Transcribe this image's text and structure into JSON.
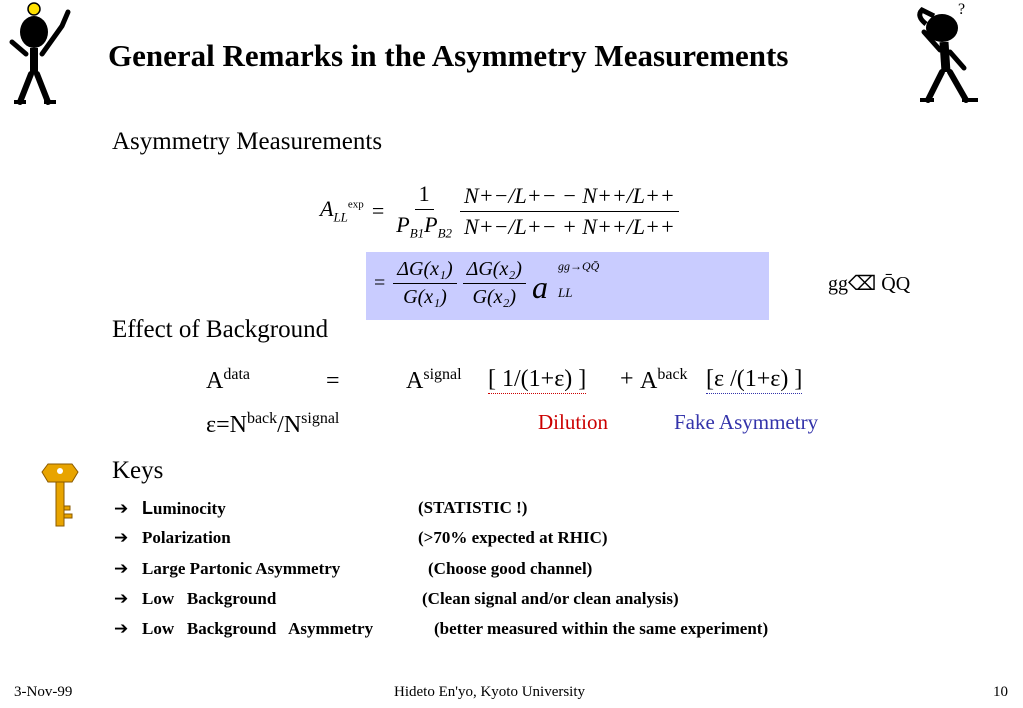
{
  "slide": {
    "title": "General Remarks in the Asymmetry Measurements",
    "section_asymmetry": "Asymmetry Measurements",
    "formula1": {
      "lhs_symbol": "A",
      "lhs_sub": "LL",
      "lhs_sup": "exp",
      "eq": "=",
      "coef_num": "1",
      "coef_den": "P",
      "coef_den_sub1": "B1",
      "coef_den_sub2": "B2",
      "ratio_num": "N+−/L+− − N++/L++",
      "ratio_den": "N+−/L+− + N++/L++"
    },
    "formula2": {
      "eq": "=",
      "g1_num": "ΔG(x₁)",
      "g1_den": "G(x₁)",
      "g2_num": "ΔG(x₂)",
      "g2_den": "G(x₂)",
      "a_symbol": "a",
      "a_sup": "gg→QQ̄",
      "a_sub": "LL"
    },
    "process_label": "gg⌫ Q̄Q",
    "section_background": "Effect of Background",
    "bg_eq": {
      "a_data": "A",
      "a_data_sup": "data",
      "equals": "=",
      "a_signal": "A",
      "a_signal_sup": "signal",
      "dilution_term": "[ 1/(1+ε) ]",
      "plus": "+",
      "a_back": "A",
      "a_back_sup": "back",
      "fake_term": "[ε /(1+ε) ]"
    },
    "epsilon_def": {
      "lhs": "ε=N",
      "sup1": "back",
      "slash": "/N",
      "sup2": "signal"
    },
    "dilution_label": "Dilution",
    "fake_label": "Fake Asymmetry",
    "section_keys": "Keys",
    "arrow_glyph": "➔",
    "keys": [
      {
        "item_first": "L",
        "item_rest": "uminocity",
        "note": "(STATISTIC !)"
      },
      {
        "item_first": "",
        "item_rest": "Polarization",
        "note": "(>70% expected at RHIC)"
      },
      {
        "item_first": "",
        "item_rest": "Large Partonic Asymmetry",
        "note": "(Choose good channel)"
      },
      {
        "item_first": "",
        "item_rest": "Low   Background",
        "note": "(Clean signal and/or clean analysis)"
      },
      {
        "item_first": "",
        "item_rest": "Low   Background   Asymmetry",
        "note": "(better measured within the same experiment)"
      }
    ]
  },
  "footer": {
    "date": "3-Nov-99",
    "author": "Hideto En'yo, Kyoto University",
    "page": "10"
  },
  "colors": {
    "formula_box": "#c9ccff",
    "dilution": "#cc0000",
    "fake_asymmetry": "#3333aa",
    "key_icon": "#e8a400"
  },
  "icons": [
    "idea-figure-icon",
    "thinking-figure-icon",
    "key-icon",
    "arrow-bullet-icon"
  ]
}
